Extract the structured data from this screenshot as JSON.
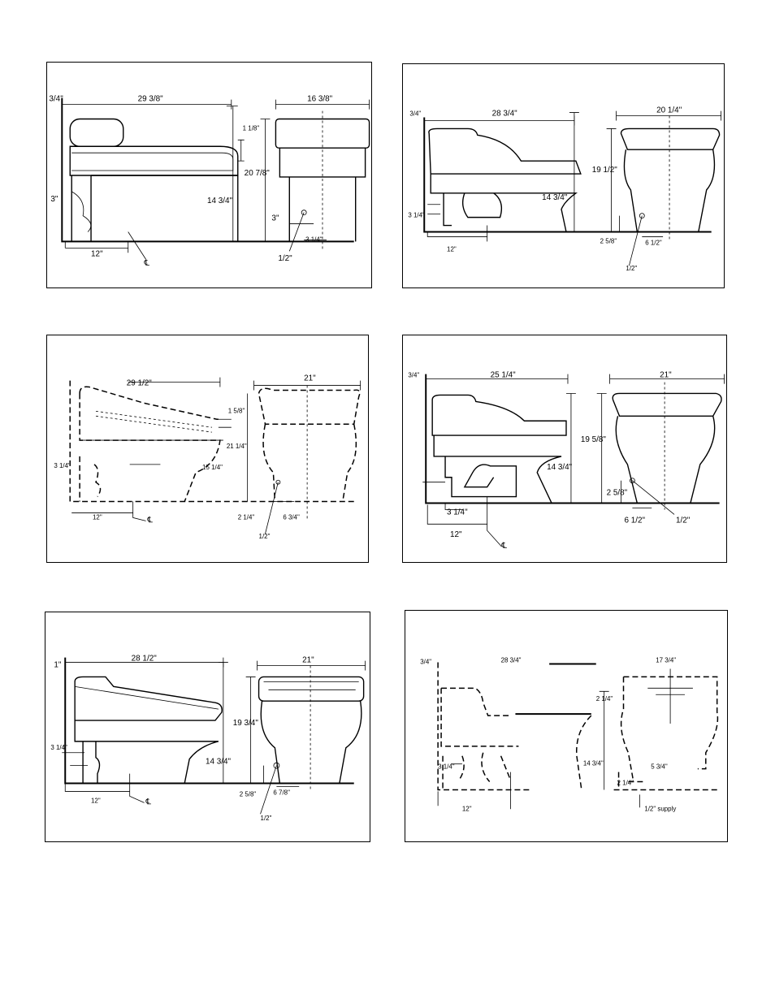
{
  "panels": [
    {
      "labels": {
        "top_offset": "3/4\"",
        "length": "29 3/8\"",
        "width": "16 3/8\"",
        "seat_thk": "1 1/8\"",
        "total_h": "20 7/8\"",
        "rim_h": "14 3/4\"",
        "inlet_left": "3\"",
        "rough_in": "12\"",
        "cl": "℄",
        "inlet_h": "3\"",
        "inlet_w": "3 1/4\"",
        "pipe": "1/2\""
      }
    },
    {
      "labels": {
        "top_offset": "3/4\"",
        "length": "28 3/4\"",
        "width": "20 1/4\"",
        "total_h": "19 1/2\"",
        "rim_h": "14 3/4\"",
        "inlet_left": "3 1/4\"",
        "rough_in": "12\"",
        "inlet_h": "2 5/8\"",
        "inlet_w": "6 1/2\"",
        "pipe": "1/2\""
      }
    },
    {
      "labels": {
        "length": "29 1/2\"",
        "width": "21\"",
        "seat_thk": "1 5/8\"",
        "total_h": "21 1/4\"",
        "rim_h": "15 1/4\"",
        "inlet_left": "3 1/4\"",
        "rough_in": "12\"",
        "cl": "℄",
        "inlet_h": "2 1/4\"",
        "inlet_w": "6 3/4\"",
        "pipe": "1/2\""
      }
    },
    {
      "labels": {
        "top_offset": "3/4\"",
        "length": "25 1/4\"",
        "width": "21\"",
        "total_h": "19 5/8\"",
        "rim_h": "14 3/4\"",
        "inlet_left": "3 1/4\"",
        "rough_in": "12\"",
        "cl": "℄",
        "inlet_h": "2 5/8\"",
        "inlet_w": "6 1/2\"",
        "pipe": "1/2\""
      }
    },
    {
      "labels": {
        "top_offset": "1\"",
        "length": "28 1/2\"",
        "width": "21\"",
        "total_h": "19 3/4\"",
        "rim_h": "14 3/4\"",
        "inlet_left": "3 1/4\"",
        "rough_in": "12\"",
        "cl": "℄",
        "inlet_h": "2 5/8\"",
        "inlet_w": "6 7/8\"",
        "pipe": "1/2\""
      }
    },
    {
      "labels": {
        "top_offset": "3/4\"",
        "length": "28 3/4\"",
        "width": "17 3/4\"",
        "seat_thk": "2 1/4\"",
        "rim_h": "14 3/4\"",
        "inlet_left": "3 1/4\"",
        "rough_in": "12\"",
        "inlet_h": "2 1/4\"",
        "inlet_w": "5 3/4\"",
        "pipe": "1/2\" supply"
      }
    }
  ]
}
